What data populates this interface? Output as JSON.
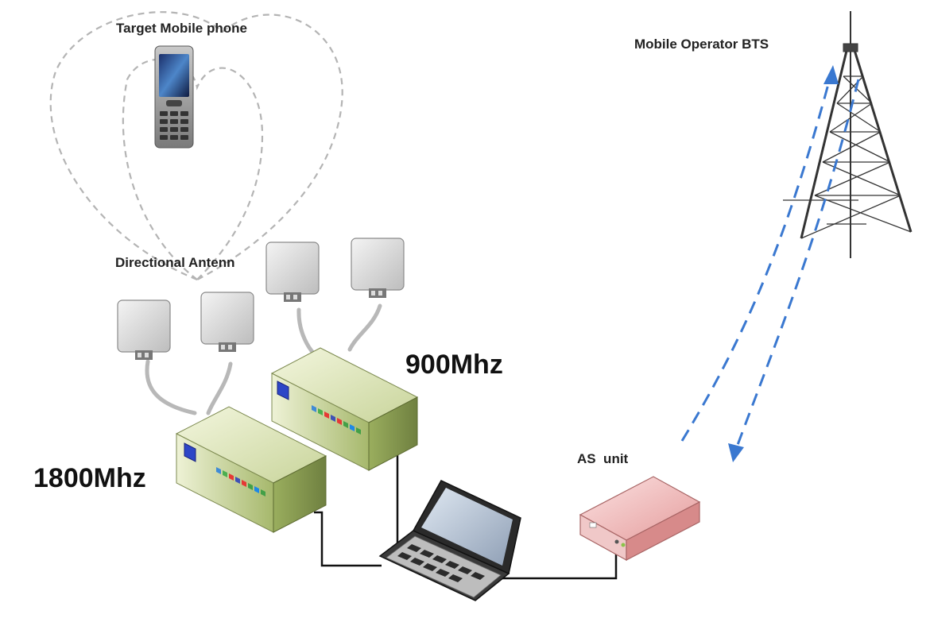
{
  "labels": {
    "target_phone": "Target Mobile phone",
    "bts": "Mobile Operator BTS",
    "directional_antenna": "Directional Antenn",
    "band_900": "900Mhz",
    "band_1800": "1800Mhz",
    "as_unit": "AS  unit"
  },
  "colors": {
    "dashed_lobe": "#b4b4b4",
    "signal_arrow": "#3a78d0",
    "cable": "#111111",
    "antenna_cable": "#b8b8b8",
    "box_green_light": "#e6edc2",
    "box_green_dark": "#8fa25a",
    "as_unit_pink": "#f3b8b8",
    "tower": "#333333"
  },
  "icons": [
    "mobile-phone-icon",
    "antenna-icon",
    "transceiver-box-icon",
    "laptop-icon",
    "as-unit-icon",
    "bts-tower-icon"
  ]
}
